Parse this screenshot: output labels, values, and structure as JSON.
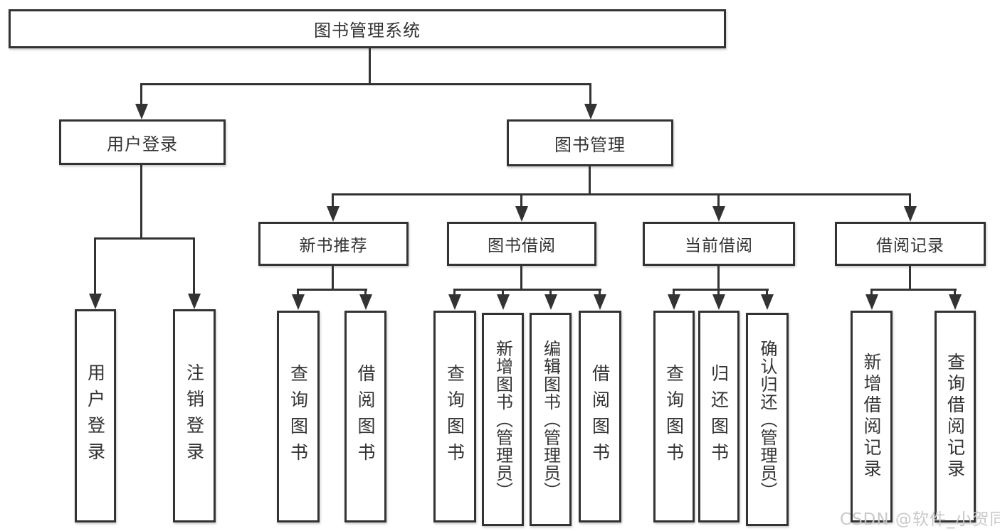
{
  "title": "图书管理系统",
  "level2": {
    "user_login": "用户登录",
    "book_mgmt": "图书管理"
  },
  "level3": {
    "new_book": "新书推荐",
    "borrow": "图书借阅",
    "current": "当前借阅",
    "records": "借阅记录"
  },
  "leaves": {
    "login": "用户登录",
    "logout": "注销登录",
    "nb_query": "查询图书",
    "nb_borrow": "借阅图书",
    "bw_query": "查询图书",
    "bw_add": "新增图书（管理员）",
    "bw_edit": "编辑图书（管理员）",
    "bw_borrow": "借阅图书",
    "cu_query": "查询图书",
    "cu_return": "归还图书",
    "cu_confirm": "确认归还（管理员）",
    "rec_add": "新增借阅记录",
    "rec_query": "查询借阅记录"
  },
  "watermark": "CSDN @软件_小贺同学",
  "colors": {
    "line": "#333333",
    "text": "#333333",
    "watermark": "#c7c7c7",
    "background": "#ffffff"
  }
}
